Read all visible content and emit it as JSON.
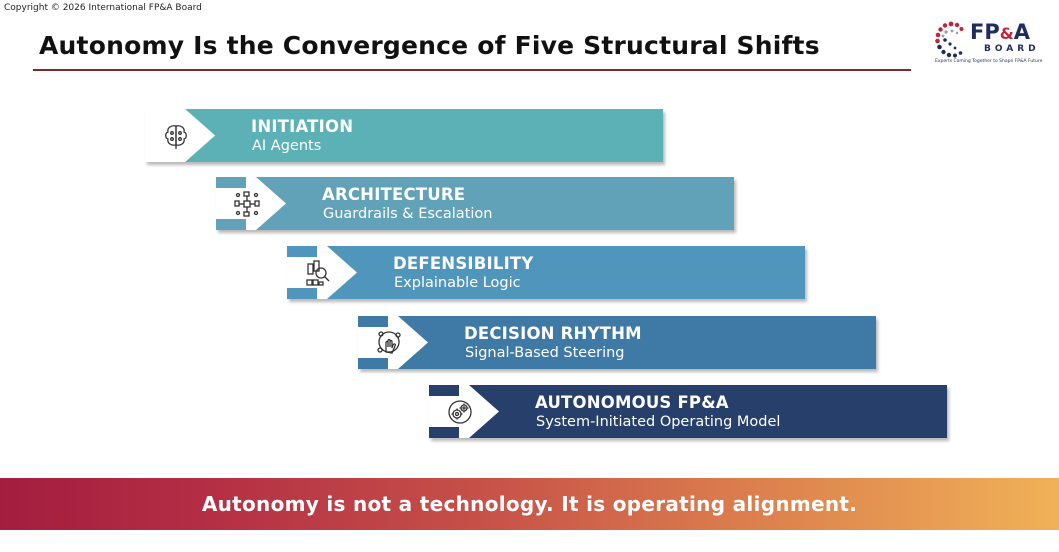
{
  "copyright": "Copyright © 2026 International FP&A Board",
  "title": "Autonomy Is the Convergence of Five Structural Shifts",
  "logo": {
    "wordmark_fp": "FP",
    "wordmark_amp": "&",
    "wordmark_a": "A",
    "board": "BOARD",
    "tagline": "Experts Coming Together to Shape FP&A Future"
  },
  "steps": [
    {
      "title": "INITIATION",
      "subtitle": "AI Agents",
      "color": "#5bb1b6",
      "icon": "brain-circuit-icon"
    },
    {
      "title": "ARCHITECTURE",
      "subtitle": "Guardrails & Escalation",
      "color": "#62a2b9",
      "icon": "network-nodes-icon"
    },
    {
      "title": "DEFENSIBILITY",
      "subtitle": "Explainable Logic",
      "color": "#5096bc",
      "icon": "analysis-magnifier-icon"
    },
    {
      "title": "DECISION RHYTHM",
      "subtitle": "Signal-Based Steering",
      "color": "#3f79a5",
      "icon": "hand-signal-icon"
    },
    {
      "title": "AUTONOMOUS FP&A",
      "subtitle": "System-Initiated Operating Model",
      "color": "#263f6b",
      "icon": "gears-icon"
    }
  ],
  "banner": {
    "text": "Autonomy is not a technology. It is operating alignment.",
    "gradient_start": "#a31d3f",
    "gradient_end": "#f0b257"
  }
}
